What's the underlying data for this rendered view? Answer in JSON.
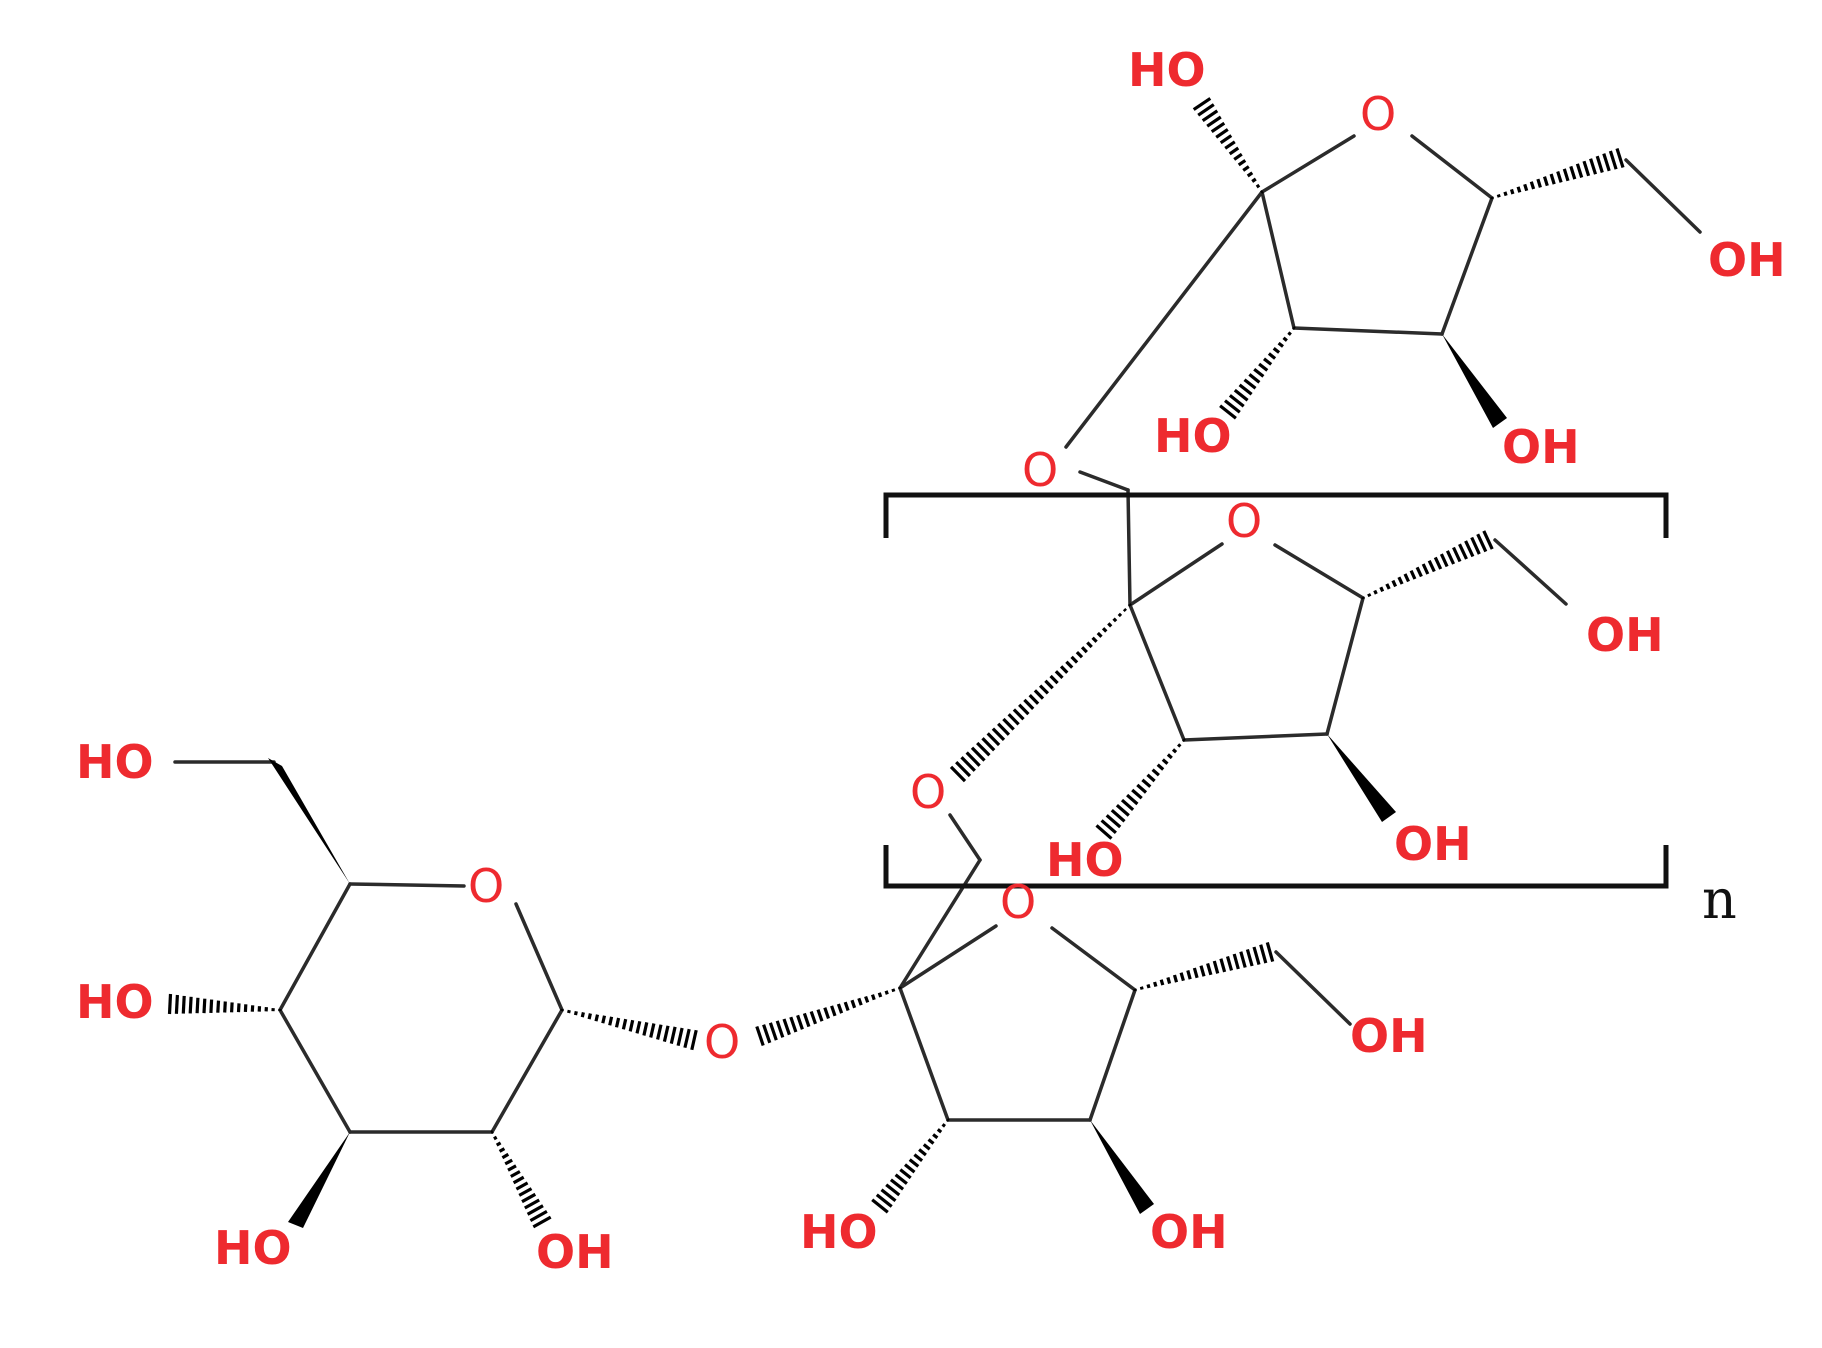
{
  "molecule": {
    "ring_oxygen": "O",
    "glycosidic_oxygen": "O",
    "hydroxyl_right": "OH",
    "hydroxyl_left": "HO",
    "repeat_subscript": "n"
  },
  "colors": {
    "heteroatom": "#ee2a2f",
    "bond": "#2b2b2b",
    "bracket": "#111111"
  }
}
